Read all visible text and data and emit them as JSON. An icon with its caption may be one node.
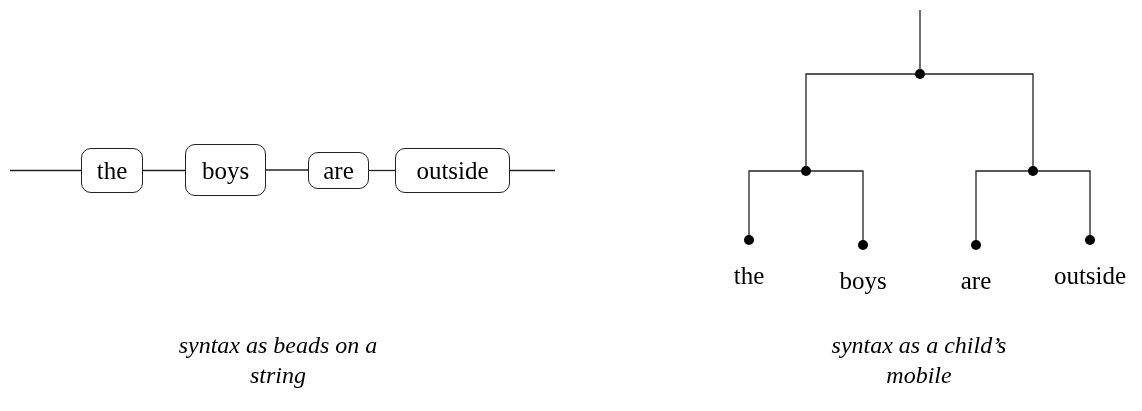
{
  "diagram": {
    "nodes": [
      {
        "text": [
          "the"
        ]
      },
      {
        "text": [
          "boys"
        ]
      },
      {
        "text": [
          "are"
        ]
      },
      {
        "text": [
          "outside"
        ]
      },
      {
        "text": [],
        "shape": "circle"
      },
      {
        "text": [],
        "shape": "circle"
      },
      {
        "text": [],
        "shape": "circle"
      },
      {
        "text": [],
        "shape": "circle",
        "beside": [
          "the"
        ]
      },
      {
        "text": [],
        "shape": "circle",
        "beside": [
          "boys"
        ]
      },
      {
        "text": [],
        "shape": "circle",
        "beside": [
          "are"
        ]
      },
      {
        "text": [],
        "shape": "circle",
        "beside": [
          "outside"
        ]
      }
    ],
    "edges": [
      {
        "from": null,
        "to": 0,
        "arrow": "none"
      },
      {
        "from": 0,
        "to": 1,
        "arrow": "none"
      },
      {
        "from": 1,
        "to": 2,
        "arrow": "none"
      },
      {
        "from": 2,
        "to": 3,
        "arrow": "none"
      },
      {
        "from": 3,
        "to": null,
        "arrow": "none"
      },
      {
        "from": null,
        "to": 4,
        "arrow": "none"
      },
      {
        "from": 4,
        "to": 5,
        "arrow": "none"
      },
      {
        "from": 4,
        "to": 6,
        "arrow": "none"
      },
      {
        "from": 5,
        "to": 7,
        "arrow": "none"
      },
      {
        "from": 5,
        "to": 8,
        "arrow": "none"
      },
      {
        "from": 6,
        "to": 9,
        "arrow": "none"
      },
      {
        "from": 6,
        "to": 10,
        "arrow": "none"
      }
    ],
    "labels": [
      "syntax as beads on a string",
      "syntax as a child’s mobile"
    ]
  }
}
